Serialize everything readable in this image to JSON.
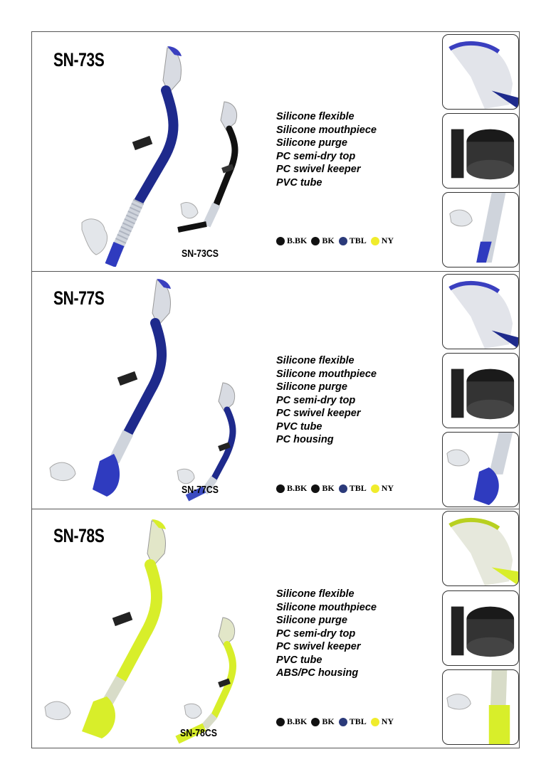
{
  "colors": {
    "blue": "#1e2a8c",
    "black": "#111111",
    "yellow": "#d8ee2a",
    "tbl_dot": "#2b3a7a",
    "ny_dot": "#f0ec2c"
  },
  "color_options": [
    {
      "label": "B.BK",
      "dot": "#111111"
    },
    {
      "label": "BK",
      "dot": "#111111"
    },
    {
      "label": "TBL",
      "dot": "#2b3a7a"
    },
    {
      "label": "NY",
      "dot": "#f0ec2c"
    }
  ],
  "sections": [
    {
      "model": "SN-73S",
      "submodel": "SN-73CS",
      "features": [
        "Silicone flexible",
        "Silicone mouthpiece",
        "Silicone purge",
        "PC semi-dry top",
        "PC swivel keeper",
        "PVC tube"
      ]
    },
    {
      "model": "SN-77S",
      "submodel": "SN-77CS",
      "features": [
        "Silicone flexible",
        "Silicone mouthpiece",
        "Silicone purge",
        "PC semi-dry top",
        "PC swivel keeper",
        "PVC tube",
        "PC housing"
      ]
    },
    {
      "model": "SN-78S",
      "submodel": "SN-78CS",
      "features": [
        "Silicone flexible",
        "Silicone mouthpiece",
        "Silicone purge",
        "PC semi-dry top",
        "PC swivel keeper",
        "PVC tube",
        "ABS/PC housing"
      ]
    }
  ]
}
